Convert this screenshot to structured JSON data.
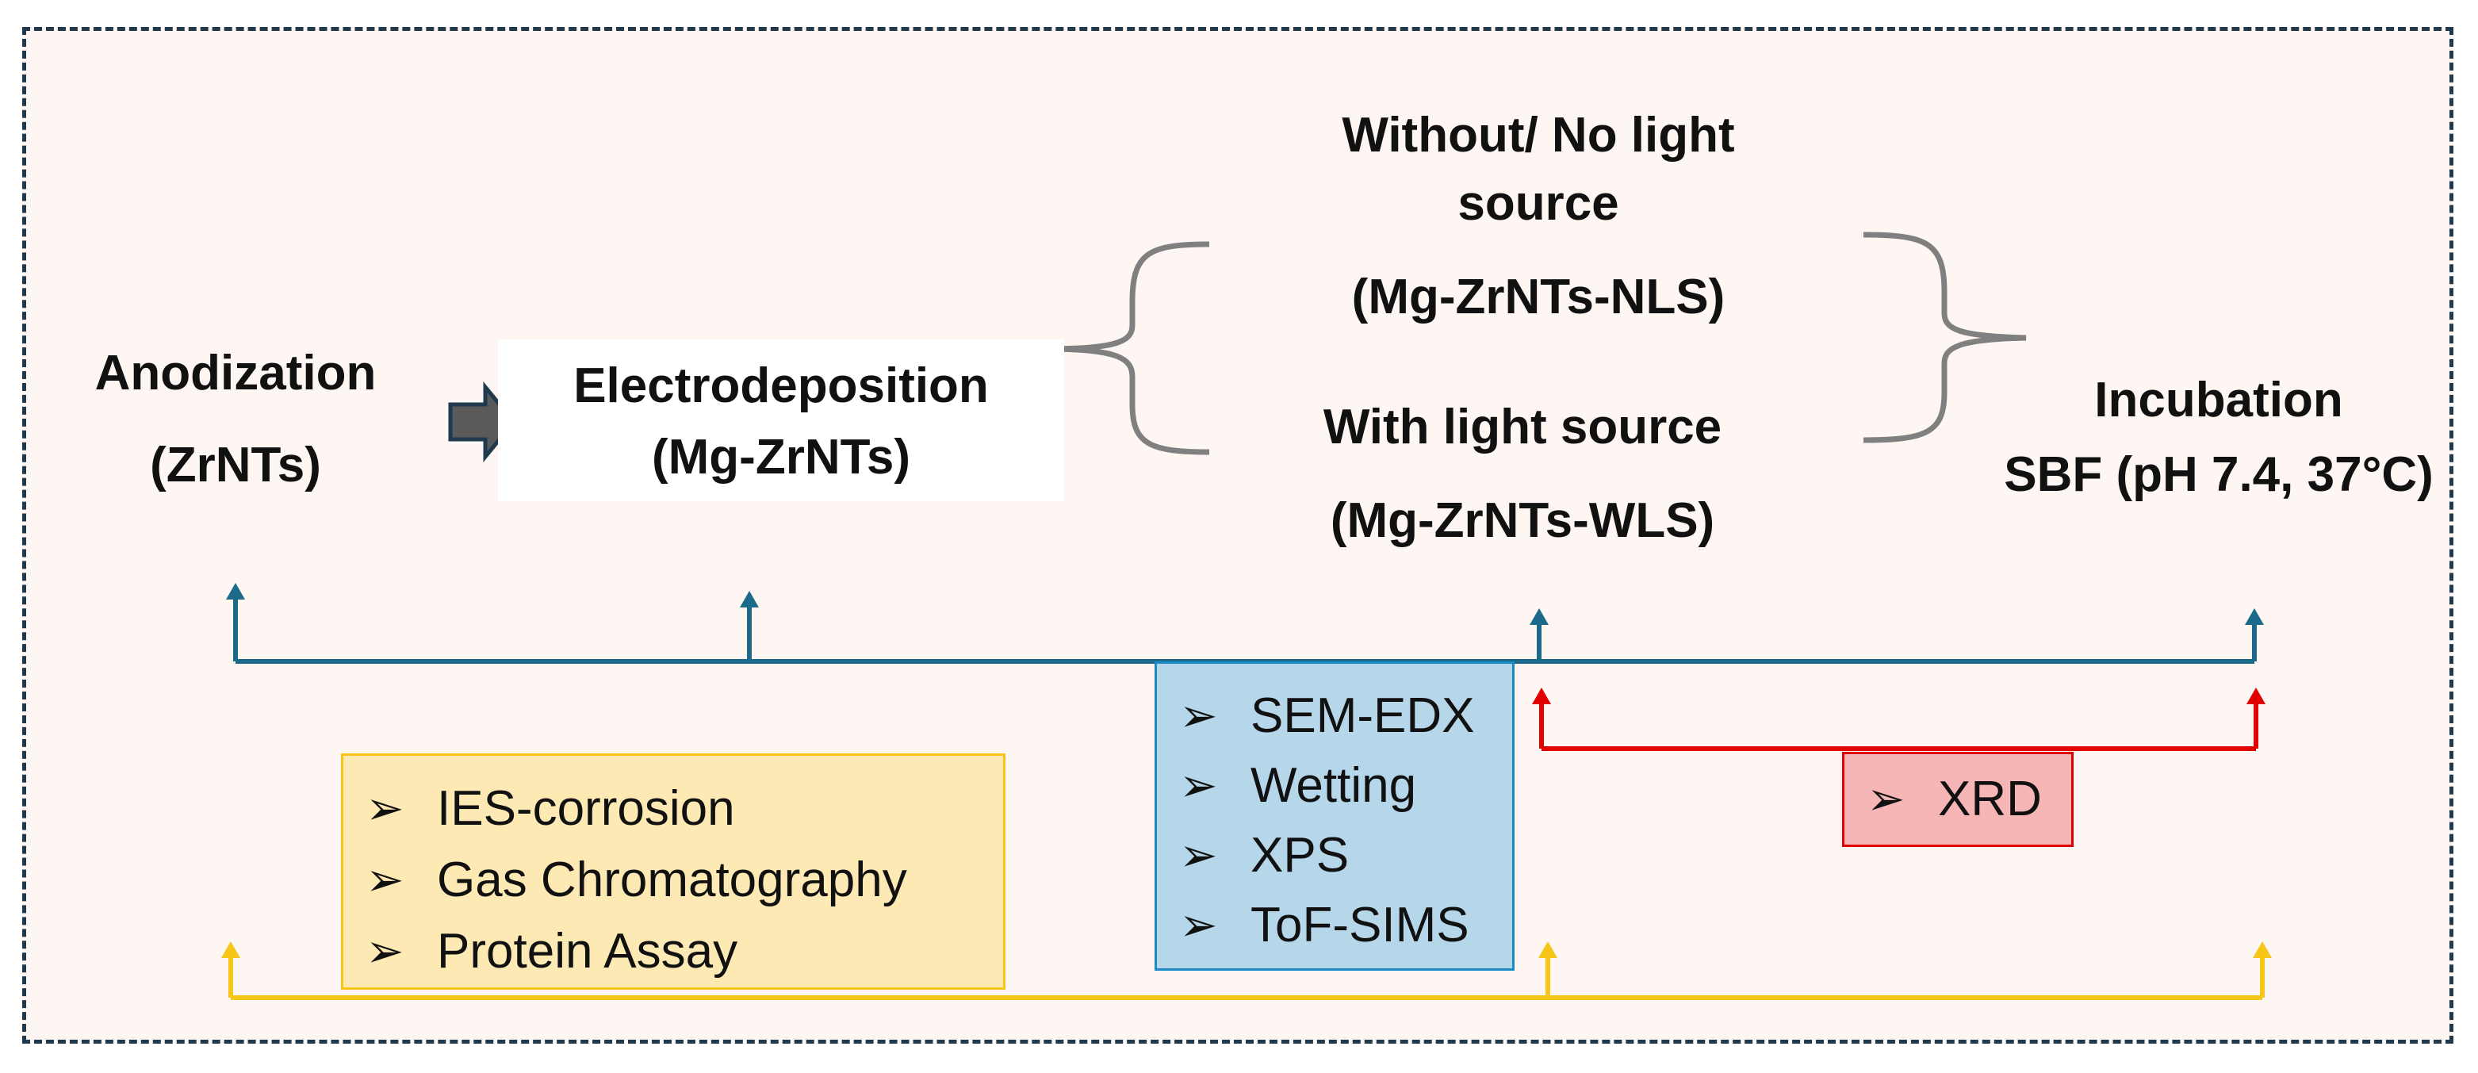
{
  "steps": {
    "anodization": {
      "title": "Anodization",
      "sub": "(ZrNTs)"
    },
    "electrodeposition": {
      "title": "Electrodeposition",
      "sub": "(Mg-ZrNTs)"
    },
    "nls": {
      "line1": "Without/ No light",
      "line2": "source",
      "sub": "(Mg-ZrNTs-NLS)"
    },
    "wls": {
      "line1": "With light source",
      "sub": "(Mg-ZrNTs-WLS)"
    },
    "incubation": {
      "title": "Incubation",
      "sub": "SBF (pH 7.4, 37°C)"
    }
  },
  "bullet_glyph": "➢",
  "methods": {
    "yellow": [
      "IES-corrosion",
      "Gas Chromatography",
      "Protein Assay"
    ],
    "blue": [
      "SEM-EDX",
      "Wetting",
      "XPS",
      "ToF-SIMS"
    ],
    "red": [
      "XRD"
    ]
  },
  "colors": {
    "frame": "#1f3a4f",
    "background": "#fdf6f2",
    "blue_line": "#1b6a8a",
    "red_line": "#e00000",
    "yellow_line": "#f5c518",
    "yellow_box": "#fde9b4",
    "blue_box": "#b6d6ea",
    "red_box": "#f6b6b6",
    "brace": "#808080"
  }
}
